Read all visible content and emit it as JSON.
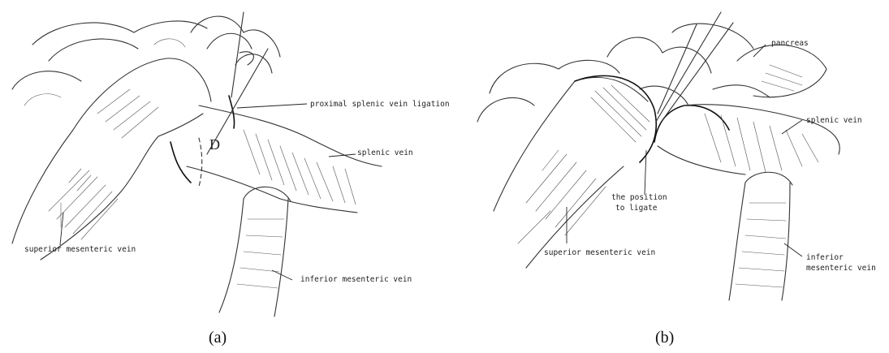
{
  "panel_a": {
    "labels": {
      "proximal_ligation": "proximal splenic vein ligation",
      "splenic_vein": "splenic vein",
      "superior_mesenteric_vein": "superior mesenteric vein",
      "inferior_mesenteric_vein": "inferior mesenteric vein",
      "segment_marker": "D"
    },
    "caption": "(a)"
  },
  "panel_b": {
    "labels": {
      "pancreas": "pancreas",
      "splenic_vein": "splenic vein",
      "position_to_ligate_line1": "the position",
      "position_to_ligate_line2": "to ligate",
      "superior_mesenteric_vein": "superior mesenteric vein",
      "inferior_mesenteric_vein_line1": "inferior",
      "inferior_mesenteric_vein_line2": "mesenteric vein"
    },
    "caption": "(b)"
  }
}
